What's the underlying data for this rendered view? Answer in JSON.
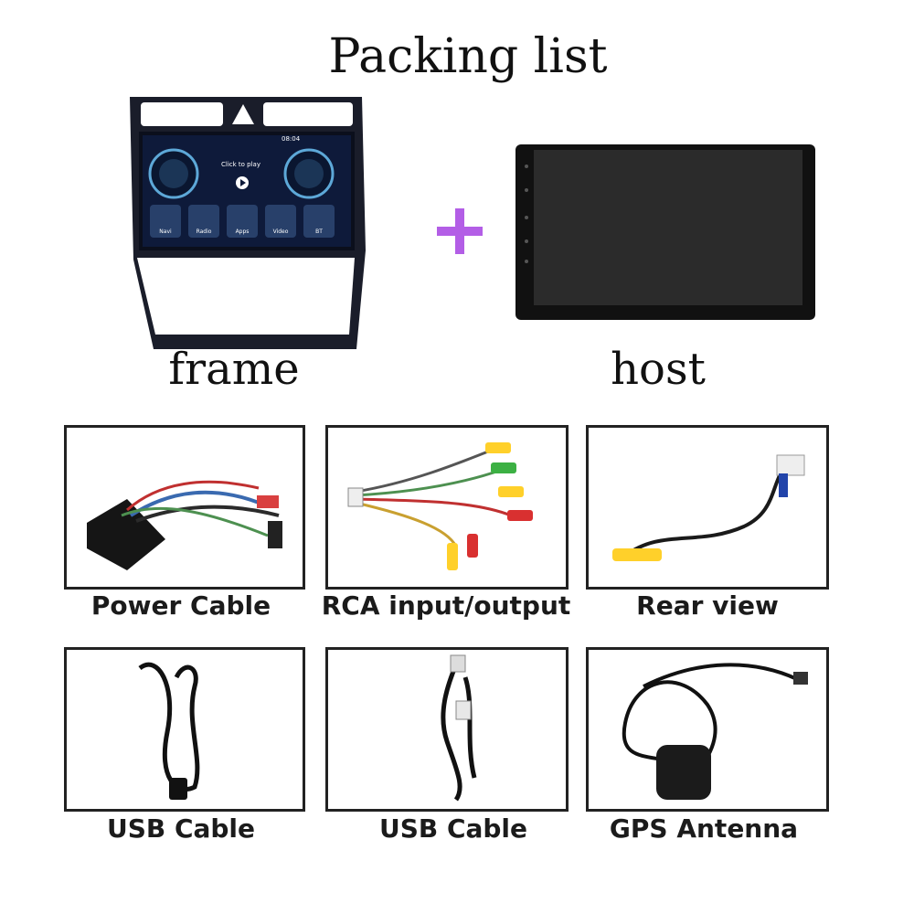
{
  "title": "Packing list",
  "top": {
    "frame_label": "frame",
    "host_label": "host",
    "frame_screen": {
      "status_time": "08:04",
      "media_text": "Click to play",
      "apps": [
        "Navi",
        "Radio",
        "Apps",
        "Video",
        "BT"
      ]
    }
  },
  "items": [
    {
      "label": "Power Cable"
    },
    {
      "label": "RCA input/output"
    },
    {
      "label": "Rear view"
    },
    {
      "label": "USB Cable"
    },
    {
      "label": "USB Cable"
    },
    {
      "label": "GPS Antenna"
    }
  ],
  "colors": {
    "plus": "#b35ee6",
    "border": "#222222"
  }
}
